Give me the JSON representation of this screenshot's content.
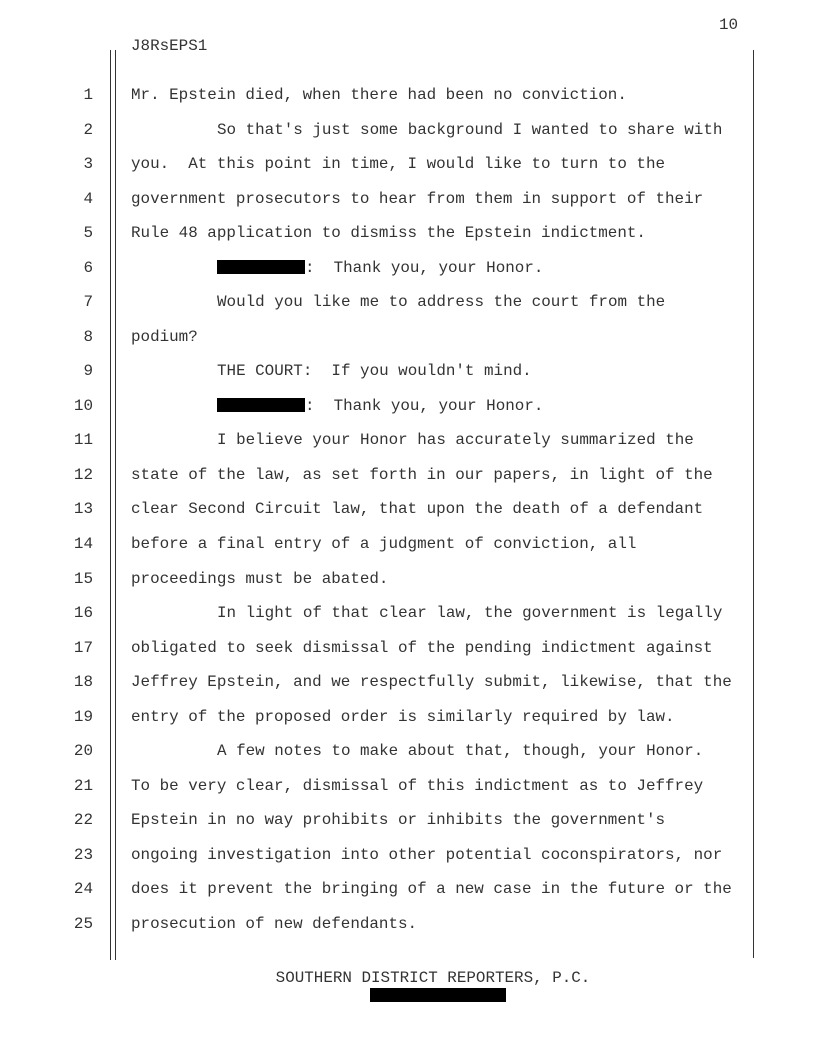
{
  "page_number": "10",
  "header_code": "J8RsEPS1",
  "footer": "SOUTHERN DISTRICT REPORTERS, P.C.",
  "lines": [
    {
      "n": "1",
      "indent": 0,
      "text": "Mr. Epstein died, when there had been no conviction."
    },
    {
      "n": "2",
      "indent": 1,
      "text": "So that's just some background I wanted to share with"
    },
    {
      "n": "3",
      "indent": 0,
      "text": "you.  At this point in time, I would like to turn to the"
    },
    {
      "n": "4",
      "indent": 0,
      "text": "government prosecutors to hear from them in support of their"
    },
    {
      "n": "5",
      "indent": 0,
      "text": "Rule 48 application to dismiss the Epstein indictment."
    },
    {
      "n": "6",
      "indent": 1,
      "redacted": true,
      "text": ":  Thank you, your Honor."
    },
    {
      "n": "7",
      "indent": 1,
      "text": "Would you like me to address the court from the"
    },
    {
      "n": "8",
      "indent": 0,
      "text": "podium?"
    },
    {
      "n": "9",
      "indent": 1,
      "text": "THE COURT:  If you wouldn't mind."
    },
    {
      "n": "10",
      "indent": 1,
      "redacted": true,
      "text": ":  Thank you, your Honor."
    },
    {
      "n": "11",
      "indent": 1,
      "text": "I believe your Honor has accurately summarized the"
    },
    {
      "n": "12",
      "indent": 0,
      "text": "state of the law, as set forth in our papers, in light of the"
    },
    {
      "n": "13",
      "indent": 0,
      "text": "clear Second Circuit law, that upon the death of a defendant"
    },
    {
      "n": "14",
      "indent": 0,
      "text": "before a final entry of a judgment of conviction, all"
    },
    {
      "n": "15",
      "indent": 0,
      "text": "proceedings must be abated."
    },
    {
      "n": "16",
      "indent": 1,
      "text": "In light of that clear law, the government is legally"
    },
    {
      "n": "17",
      "indent": 0,
      "text": "obligated to seek dismissal of the pending indictment against"
    },
    {
      "n": "18",
      "indent": 0,
      "text": "Jeffrey Epstein, and we respectfully submit, likewise, that the"
    },
    {
      "n": "19",
      "indent": 0,
      "text": "entry of the proposed order is similarly required by law."
    },
    {
      "n": "20",
      "indent": 1,
      "text": "A few notes to make about that, though, your Honor."
    },
    {
      "n": "21",
      "indent": 0,
      "text": "To be very clear, dismissal of this indictment as to Jeffrey"
    },
    {
      "n": "22",
      "indent": 0,
      "text": "Epstein in no way prohibits or inhibits the government's"
    },
    {
      "n": "23",
      "indent": 0,
      "text": "ongoing investigation into other potential coconspirators, nor"
    },
    {
      "n": "24",
      "indent": 0,
      "text": "does it prevent the bringing of a new case in the future or the"
    },
    {
      "n": "25",
      "indent": 0,
      "text": "prosecution of new defendants."
    }
  ]
}
